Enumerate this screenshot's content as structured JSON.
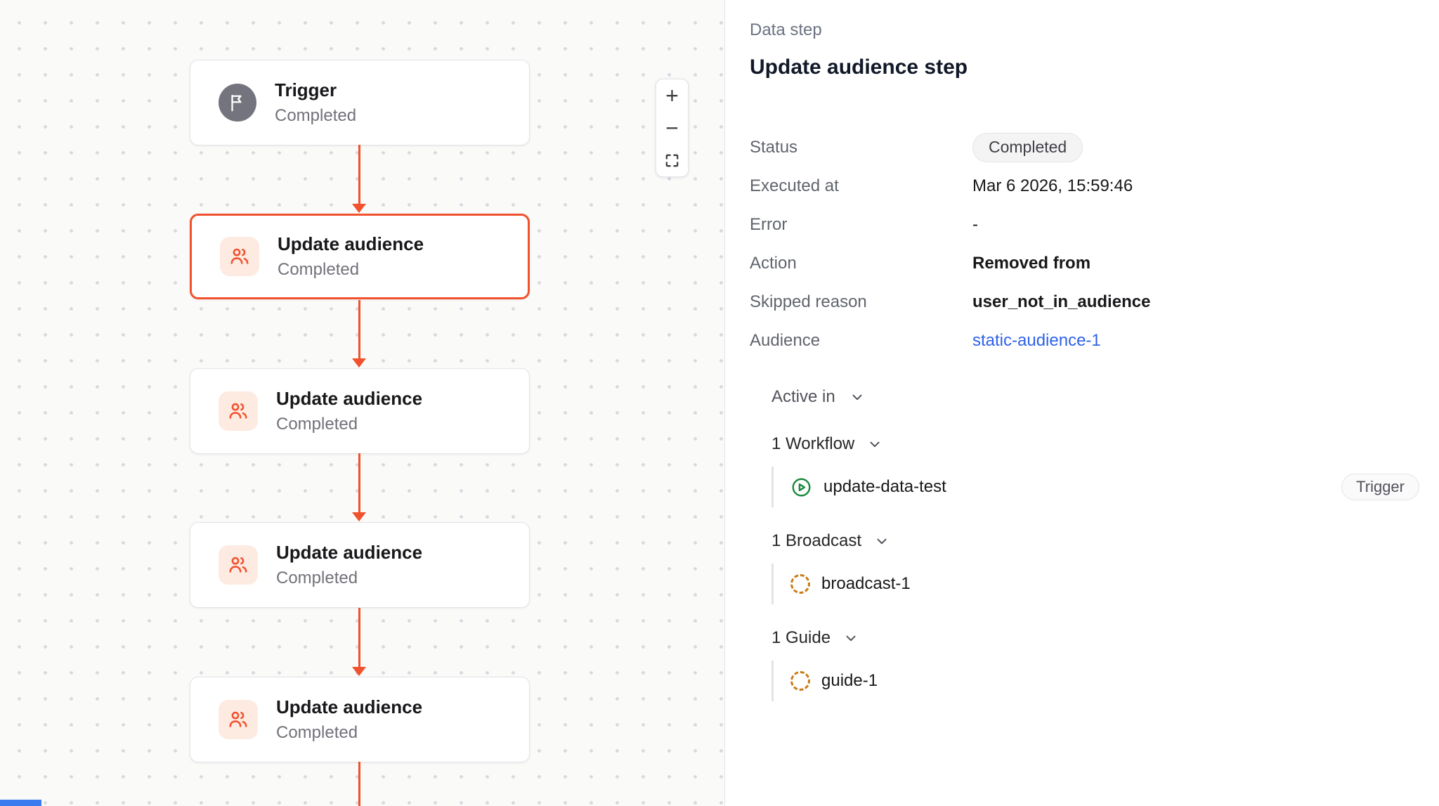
{
  "canvas": {
    "nodes": [
      {
        "title": "Trigger",
        "subtitle": "Completed",
        "icon": "flag-icon",
        "selected": false
      },
      {
        "title": "Update audience",
        "subtitle": "Completed",
        "icon": "users-icon",
        "selected": true
      },
      {
        "title": "Update audience",
        "subtitle": "Completed",
        "icon": "users-icon",
        "selected": false
      },
      {
        "title": "Update audience",
        "subtitle": "Completed",
        "icon": "users-icon",
        "selected": false
      },
      {
        "title": "Update audience",
        "subtitle": "Completed",
        "icon": "users-icon",
        "selected": false
      }
    ],
    "zoom_controls": {
      "zoom_in": "+",
      "zoom_out": "−",
      "fit": "fit-view-icon"
    }
  },
  "panel": {
    "eyebrow": "Data step",
    "title": "Update audience step",
    "fields": [
      {
        "label": "Status",
        "value": "Completed"
      },
      {
        "label": "Executed at",
        "value": "Mar 6 2026, 15:59:46"
      },
      {
        "label": "Error",
        "value": "-"
      },
      {
        "label": "Action",
        "value": "Removed from"
      },
      {
        "label": "Skipped reason",
        "value": "user_not_in_audience"
      },
      {
        "label": "Audience",
        "value": "static-audience-1"
      }
    ],
    "active_in": {
      "label": "Active in",
      "groups": [
        {
          "header": "1 Workflow",
          "item": "update-data-test",
          "badge": "Trigger"
        },
        {
          "header": "1 Broadcast",
          "item": "broadcast-1"
        },
        {
          "header": "1 Guide",
          "item": "guide-1"
        }
      ]
    }
  },
  "colors": {
    "accent_orange": "#f1512d",
    "icon_bg_peach": "#fdeae1",
    "trigger_gray": "#74747e",
    "link_blue": "#2e62e9",
    "workflow_green": "#1a8a3c",
    "dashed_amber": "#c97c16",
    "canvas_bg": "#fafaf9"
  }
}
